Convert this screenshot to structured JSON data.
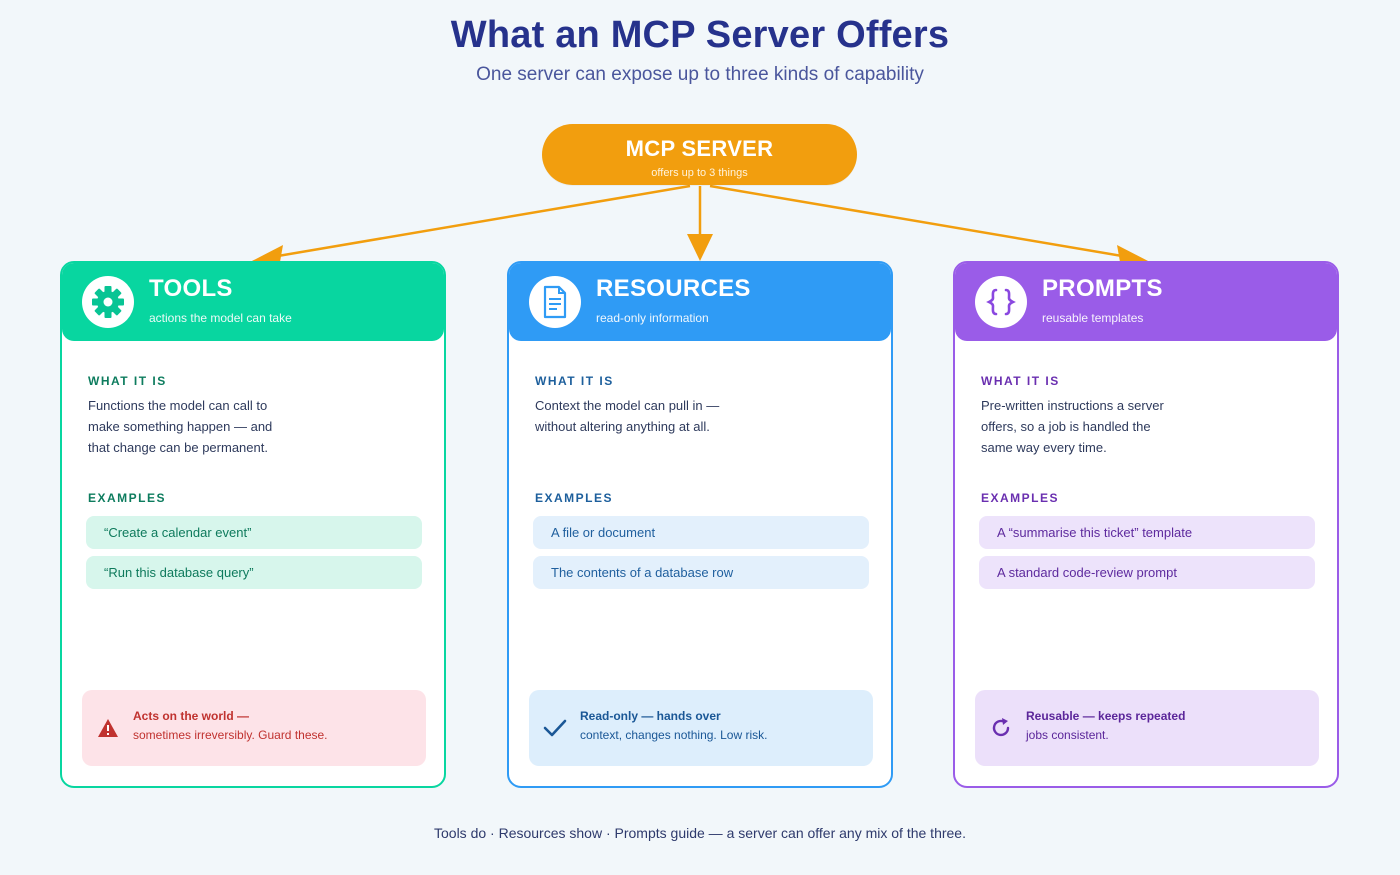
{
  "title": "What an MCP Server Offers",
  "subtitle": "One server can expose up to three kinds of capability",
  "server": {
    "title": "MCP SERVER",
    "subtitle": "offers up to 3 things"
  },
  "cards": [
    {
      "title": "TOOLS",
      "subtitle": "actions the model can take",
      "icon": "gear-icon",
      "what_label": "WHAT IT IS",
      "what_lines": [
        "Functions the model can call to",
        "make something happen — and",
        "that change can be permanent."
      ],
      "examples_label": "EXAMPLES",
      "examples": [
        "“Create a calendar event”",
        "“Run this database query”"
      ],
      "note_icon": "warning-icon",
      "note_line1": "Acts on the world —",
      "note_line2": "sometimes irreversibly. Guard these.",
      "colors": {
        "accent": "#08d6a0",
        "label": "#0d7c5e",
        "example_bg": "#d7f6ec",
        "example_text": "#0e7a5c",
        "note_bg": "#fde3e8",
        "note_text": "#c0322f"
      }
    },
    {
      "title": "RESOURCES",
      "subtitle": "read-only information",
      "icon": "document-icon",
      "what_label": "WHAT IT IS",
      "what_lines": [
        "Context the model can pull in —",
        "without altering anything at all."
      ],
      "examples_label": "EXAMPLES",
      "examples": [
        "A file or document",
        "The contents of a database row"
      ],
      "note_icon": "checkmark-icon",
      "note_line1": "Read-only — hands over",
      "note_line2": "context, changes nothing. Low risk.",
      "colors": {
        "accent": "#2f9bf5",
        "label": "#1d5f9c",
        "example_bg": "#e3f0fc",
        "example_text": "#1f5f9e",
        "note_bg": "#ddeefc",
        "note_text": "#1a5796"
      }
    },
    {
      "title": "PROMPTS",
      "subtitle": "reusable templates",
      "icon": "braces-icon",
      "what_label": "WHAT IT IS",
      "what_lines": [
        "Pre-written instructions a server",
        "offers, so a job is handled the",
        "same way every time."
      ],
      "examples_label": "EXAMPLES",
      "examples": [
        "A “summarise this ticket” template",
        "A standard code-review prompt"
      ],
      "note_icon": "refresh-icon",
      "note_line1": "Reusable — keeps repeated",
      "note_line2": "jobs consistent.",
      "colors": {
        "accent": "#9a5ce8",
        "label": "#6a2fb0",
        "example_bg": "#ede3fb",
        "example_text": "#5e2a9e",
        "note_bg": "#ece0fa",
        "note_text": "#5b269a"
      }
    }
  ],
  "footer": "Tools do · Resources show · Prompts guide — a server can offer any mix of the three."
}
